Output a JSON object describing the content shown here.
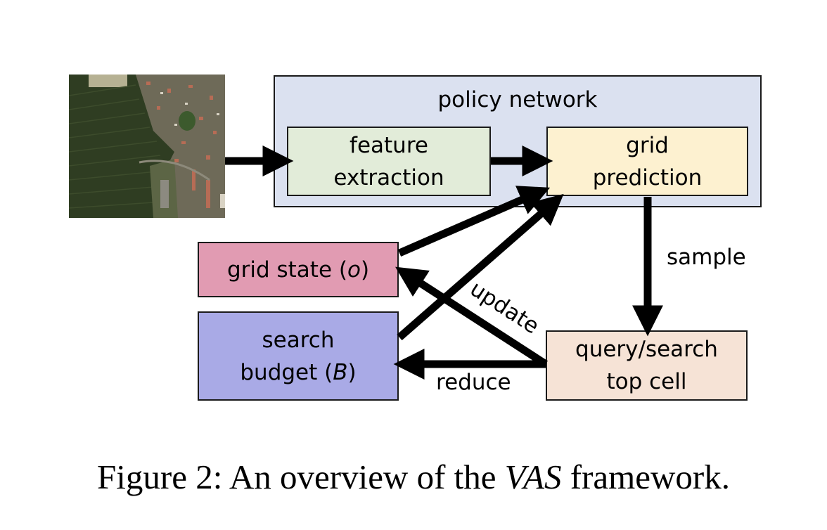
{
  "figure": {
    "input_image": {
      "description": "satellite image of farmland and village"
    },
    "policy_network": {
      "title": "policy network",
      "color": "#dbe1f0",
      "feature_extraction": {
        "lines": [
          "feature",
          "extraction"
        ],
        "color": "#e2ecd9"
      },
      "grid_prediction": {
        "lines": [
          "grid",
          "prediction"
        ],
        "color": "#fdf1d0"
      }
    },
    "grid_state": {
      "text": "grid state (",
      "var": "o",
      "close": ")",
      "color": "#e19bb2"
    },
    "search_budget": {
      "line1": "search",
      "line2_pre": "budget (",
      "var": "B",
      "close": ")",
      "color": "#a9aae6"
    },
    "query_search": {
      "lines": [
        "query/search",
        "top cell"
      ],
      "color": "#f6e3d6"
    },
    "edge_labels": {
      "sample": "sample",
      "update": "update",
      "reduce": "reduce"
    }
  },
  "caption": {
    "prefix": "Figure 2: An overview of the ",
    "emph": "VAS",
    "suffix": " framework."
  }
}
